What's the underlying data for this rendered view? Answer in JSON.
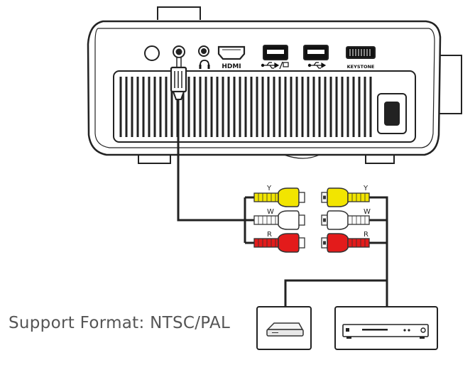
{
  "projector": {
    "ports": {
      "hdmi_label": "HDMI",
      "keystone_label": "KEYSTONE"
    }
  },
  "cable": {
    "plug_letters": {
      "yellow": "Y",
      "white": "W",
      "red": "R"
    },
    "colors": {
      "yellow": "#f2e500",
      "white": "#ffffff",
      "red": "#e31b1b",
      "outline": "#333333"
    }
  },
  "devices": [
    {
      "icon": "set-top-box-icon"
    },
    {
      "icon": "dvd-player-icon"
    }
  ],
  "caption": "Support Format: NTSC/PAL"
}
